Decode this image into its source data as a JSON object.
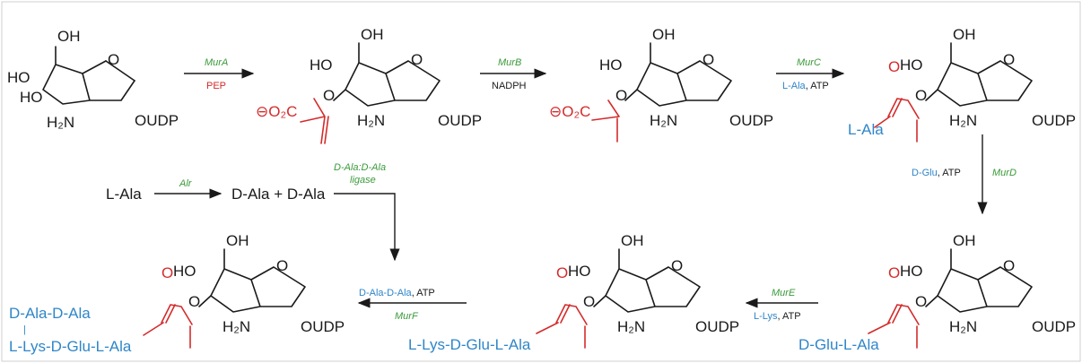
{
  "colors": {
    "enzyme": "#3a9a3a",
    "red": "#d42b2b",
    "blue": "#2f86c9",
    "black": "#1a1a1a"
  },
  "labels": {
    "oh": "OH",
    "ho": "HO",
    "oudp": "OUDP",
    "oudp_cut": "OUDP",
    "h2n": "H₂N",
    "ring_o": "O",
    "o2c": "⊖O₂C",
    "carbonyl_o": "O"
  },
  "steps": {
    "murA": {
      "enzyme": "MurA",
      "cofactor": "PEP"
    },
    "murB": {
      "enzyme": "MurB",
      "cofactor": "NADPH"
    },
    "murC": {
      "enzyme": "MurC",
      "cofactor_a": "L-Ala",
      "cofactor_b": ", ATP"
    },
    "murD": {
      "enzyme": "MurD",
      "cofactor_a": "D-Glu",
      "cofactor_b": ", ATP"
    },
    "murE": {
      "enzyme": "MurE",
      "cofactor_a": "L-Lys",
      "cofactor_b": ", ATP"
    },
    "murF": {
      "enzyme": "MurF",
      "cofactor_a": "D-Ala-D-Ala",
      "cofactor_b": ", ATP"
    },
    "alr": {
      "enzyme": "Alr",
      "substrate": "L-Ala",
      "product": "D-Ala + D-Ala"
    },
    "ligase": {
      "enzyme_line1": "D-Ala:D-Ala",
      "enzyme_line2": "ligase"
    }
  },
  "chains": {
    "c4": "L-Ala",
    "c5": "D-Glu-L-Ala",
    "c6": "L-Lys-D-Glu-L-Ala",
    "c7_top": "D-Ala-D-Ala",
    "c7_bar": "|",
    "c7_bottom": "L-Lys-D-Glu-L-Ala"
  }
}
